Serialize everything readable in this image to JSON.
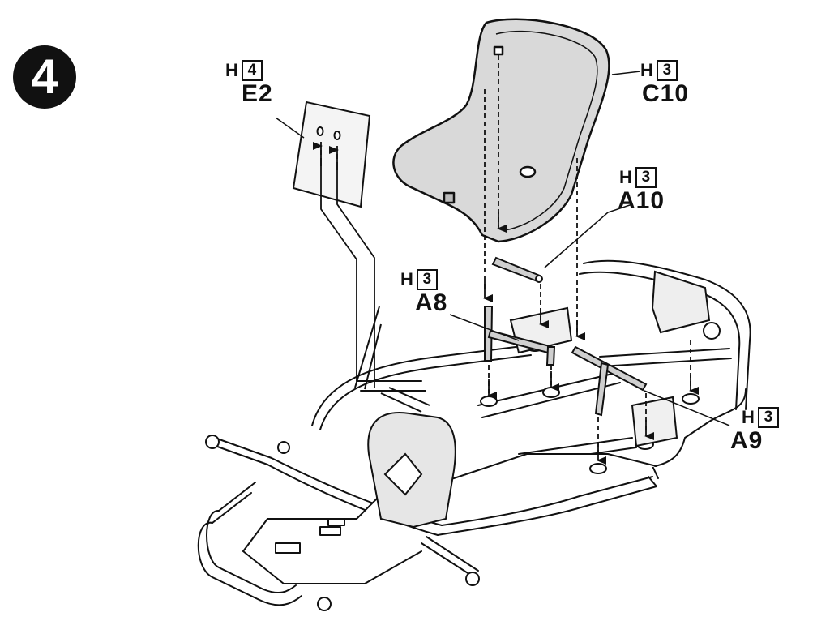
{
  "step": {
    "number": "4"
  },
  "callouts": {
    "e2": {
      "letter": "H",
      "box": "4",
      "part": "E2"
    },
    "c10": {
      "letter": "H",
      "box": "3",
      "part": "C10"
    },
    "a10": {
      "letter": "H",
      "box": "3",
      "part": "A10"
    },
    "a8": {
      "letter": "H",
      "box": "3",
      "part": "A8"
    },
    "a9": {
      "letter": "H",
      "box": "3",
      "part": "A9"
    }
  },
  "colors": {
    "ink": "#111111",
    "seat_fill": "#d9d9d9",
    "panel_fill": "#f2f2f2",
    "frame_fill": "#ffffff"
  }
}
